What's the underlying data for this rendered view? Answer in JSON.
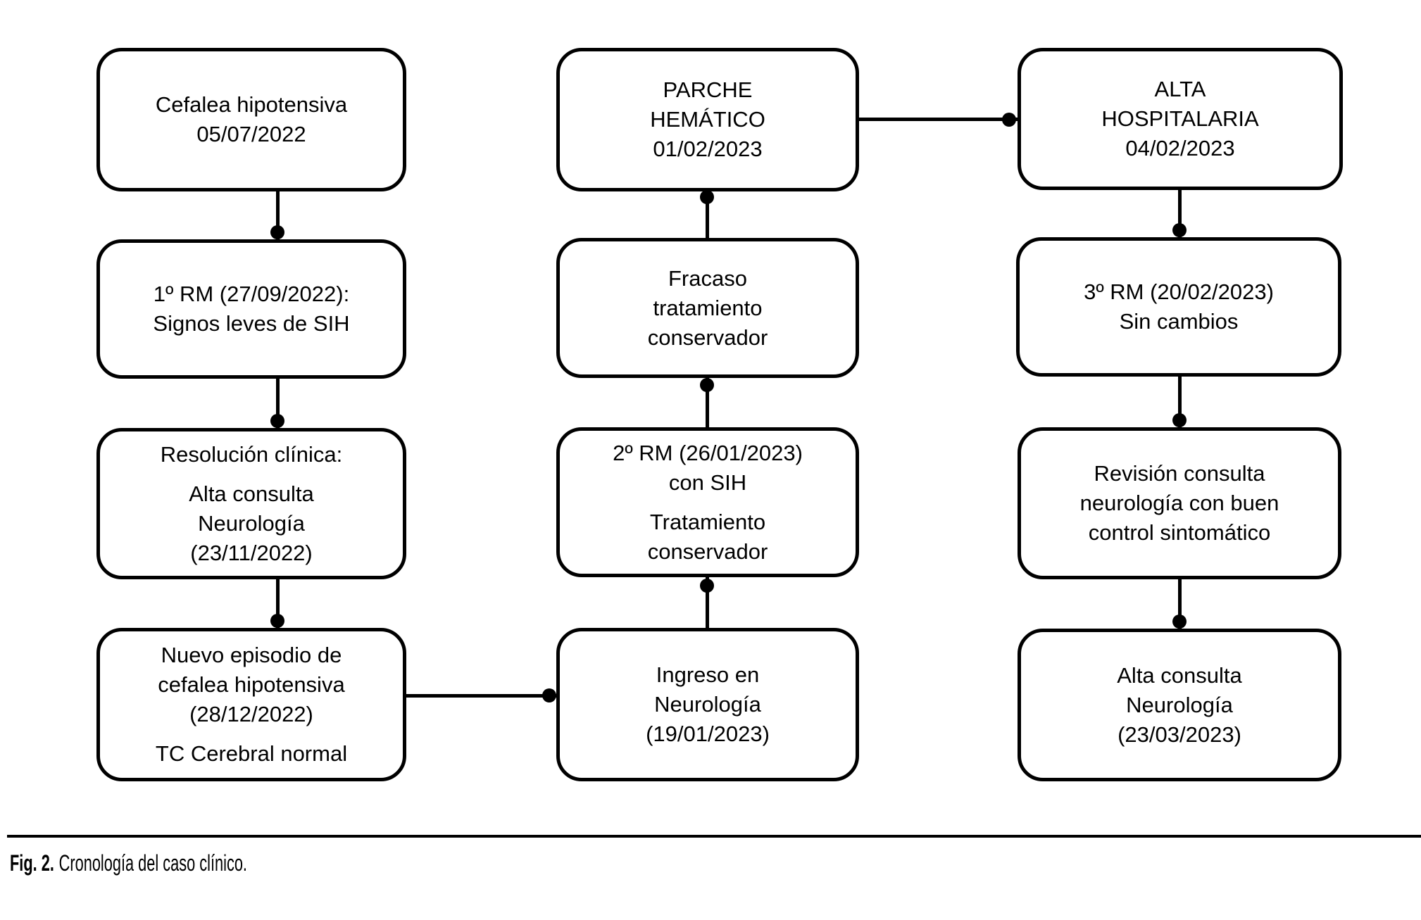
{
  "colors": {
    "ink": "#000000",
    "background": "#ffffff"
  },
  "nodes": {
    "b1": {
      "lines": [
        "Cefalea hipotensiva",
        "05/07/2022"
      ]
    },
    "b2": {
      "lines": [
        "1º RM (27/09/2022):",
        "Signos leves de SIH"
      ]
    },
    "b3": {
      "p1": [
        "Resolución clínica:"
      ],
      "p2": [
        "Alta consulta",
        "Neurología",
        "(23/11/2022)"
      ]
    },
    "b4": {
      "p1": [
        "Nuevo episodio de",
        "cefalea hipotensiva",
        "(28/12/2022)"
      ],
      "p2": [
        "TC Cerebral normal"
      ]
    },
    "b5": {
      "lines": [
        "PARCHE",
        "HEMÁTICO",
        "01/02/2023"
      ]
    },
    "b6": {
      "lines": [
        "Fracaso",
        "tratamiento",
        "conservador"
      ]
    },
    "b7": {
      "p1": [
        "2º RM (26/01/2023)",
        "con SIH"
      ],
      "p2": [
        "Tratamiento",
        "conservador"
      ]
    },
    "b8": {
      "lines": [
        "Ingreso en",
        "Neurología",
        "(19/01/2023)"
      ]
    },
    "b9": {
      "lines": [
        "ALTA",
        "HOSPITALARIA",
        "04/02/2023"
      ]
    },
    "b10": {
      "lines": [
        "3º RM (20/02/2023)",
        "Sin cambios"
      ]
    },
    "b11": {
      "lines": [
        "Revisión consulta",
        "neurología con buen",
        "control sintomático"
      ]
    },
    "b12": {
      "lines": [
        "Alta consulta",
        "Neurología",
        "(23/03/2023)"
      ]
    }
  },
  "caption": {
    "label": "Fig. 2.",
    "text": "Cronología del caso clínico."
  }
}
